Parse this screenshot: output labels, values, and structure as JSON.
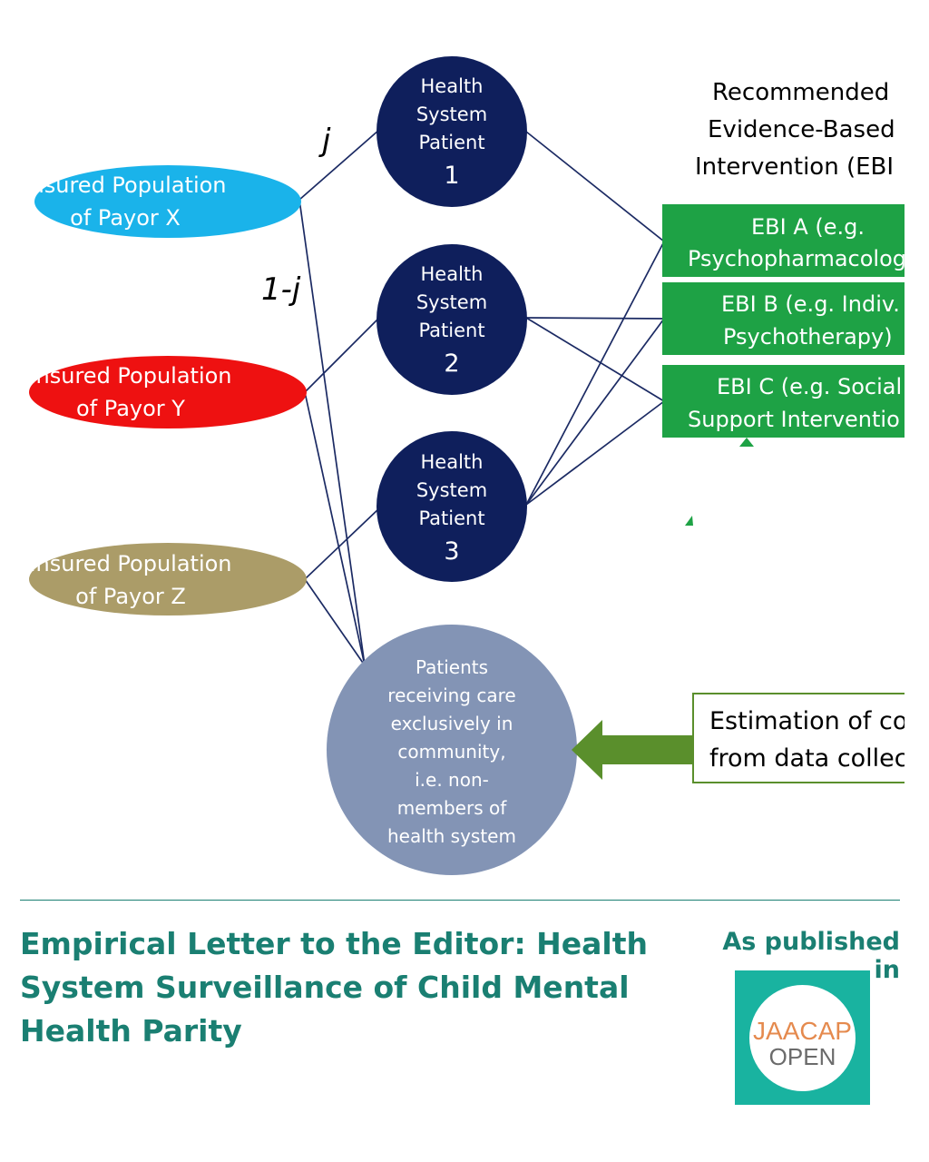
{
  "diagram": {
    "payors": {
      "x": [
        "Insured Population",
        "of Payor X"
      ],
      "y": [
        "Insured Population",
        "of Payor Y"
      ],
      "z": [
        "Insured Population",
        "of Payor Z"
      ]
    },
    "patients": {
      "p1": [
        "Health",
        "System",
        "Patient",
        "1"
      ],
      "p2": [
        "Health",
        "System",
        "Patient",
        "2"
      ],
      "p3": [
        "Health",
        "System",
        "Patient",
        "3"
      ]
    },
    "edge_labels": {
      "j": "j",
      "one_minus_j": "1-j"
    },
    "ebi_heading": [
      "Recommended",
      "Evidence-Based",
      "Intervention (EBI"
    ],
    "ebi": {
      "a": [
        "EBI A (e.g.",
        "Psychopharmacolog"
      ],
      "b": [
        "EBI B (e.g. Indiv.",
        "Psychotherapy)"
      ],
      "c": [
        "EBI C (e.g. Social",
        "Support Interventio"
      ]
    },
    "community": [
      "Patients",
      "receiving care",
      "exclusively in",
      "community,",
      "i.e. non-",
      "members  of",
      "health system"
    ],
    "estimation": [
      "Estimation of co",
      "from data collec"
    ],
    "colors": {
      "payor_x": "#1ab3ea",
      "payor_y": "#ee1111",
      "payor_z": "#ab9c68",
      "patient_node": "#0f1f5c",
      "community_node": "#8394b5",
      "ebi_box": "#1ea245",
      "arrow": "#5a8f2c",
      "edges": "#1b2a63"
    }
  },
  "footer": {
    "title": "Empirical Letter to the Editor: Health System Surveillance of Child Mental Health Parity",
    "published_label": "As published in",
    "logo": {
      "line1": "JAACAP",
      "line2": "OPEN"
    }
  }
}
